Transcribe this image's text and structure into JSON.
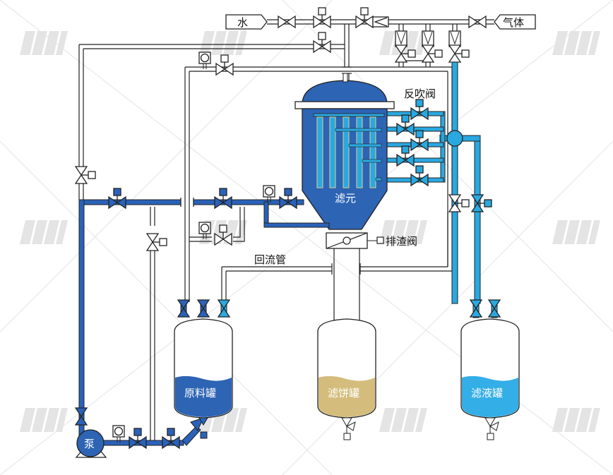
{
  "title": "Filtration system flow diagram",
  "colors": {
    "pipe_dark": "#2a62b8",
    "pipe_light": "#2aa8e0",
    "vessel": "#2d64b4",
    "raw_tank_fill": "#2d64b4",
    "cake_tank_fill": "#d4bd7c",
    "filtrate_tank_fill": "#33aee6",
    "outline": "#222222"
  },
  "inlets": {
    "water": "水",
    "gas": "气体"
  },
  "labels": {
    "filter_element": "滤元",
    "backflush_valve": "反吹阀",
    "slag_valve": "排渣阀",
    "return_pipe": "回流管",
    "pump": "泵"
  },
  "tanks": [
    {
      "name": "原料罐",
      "level": 0.35
    },
    {
      "name": "滤饼罐",
      "level": 0.35
    },
    {
      "name": "滤液罐",
      "level": 0.35
    }
  ]
}
